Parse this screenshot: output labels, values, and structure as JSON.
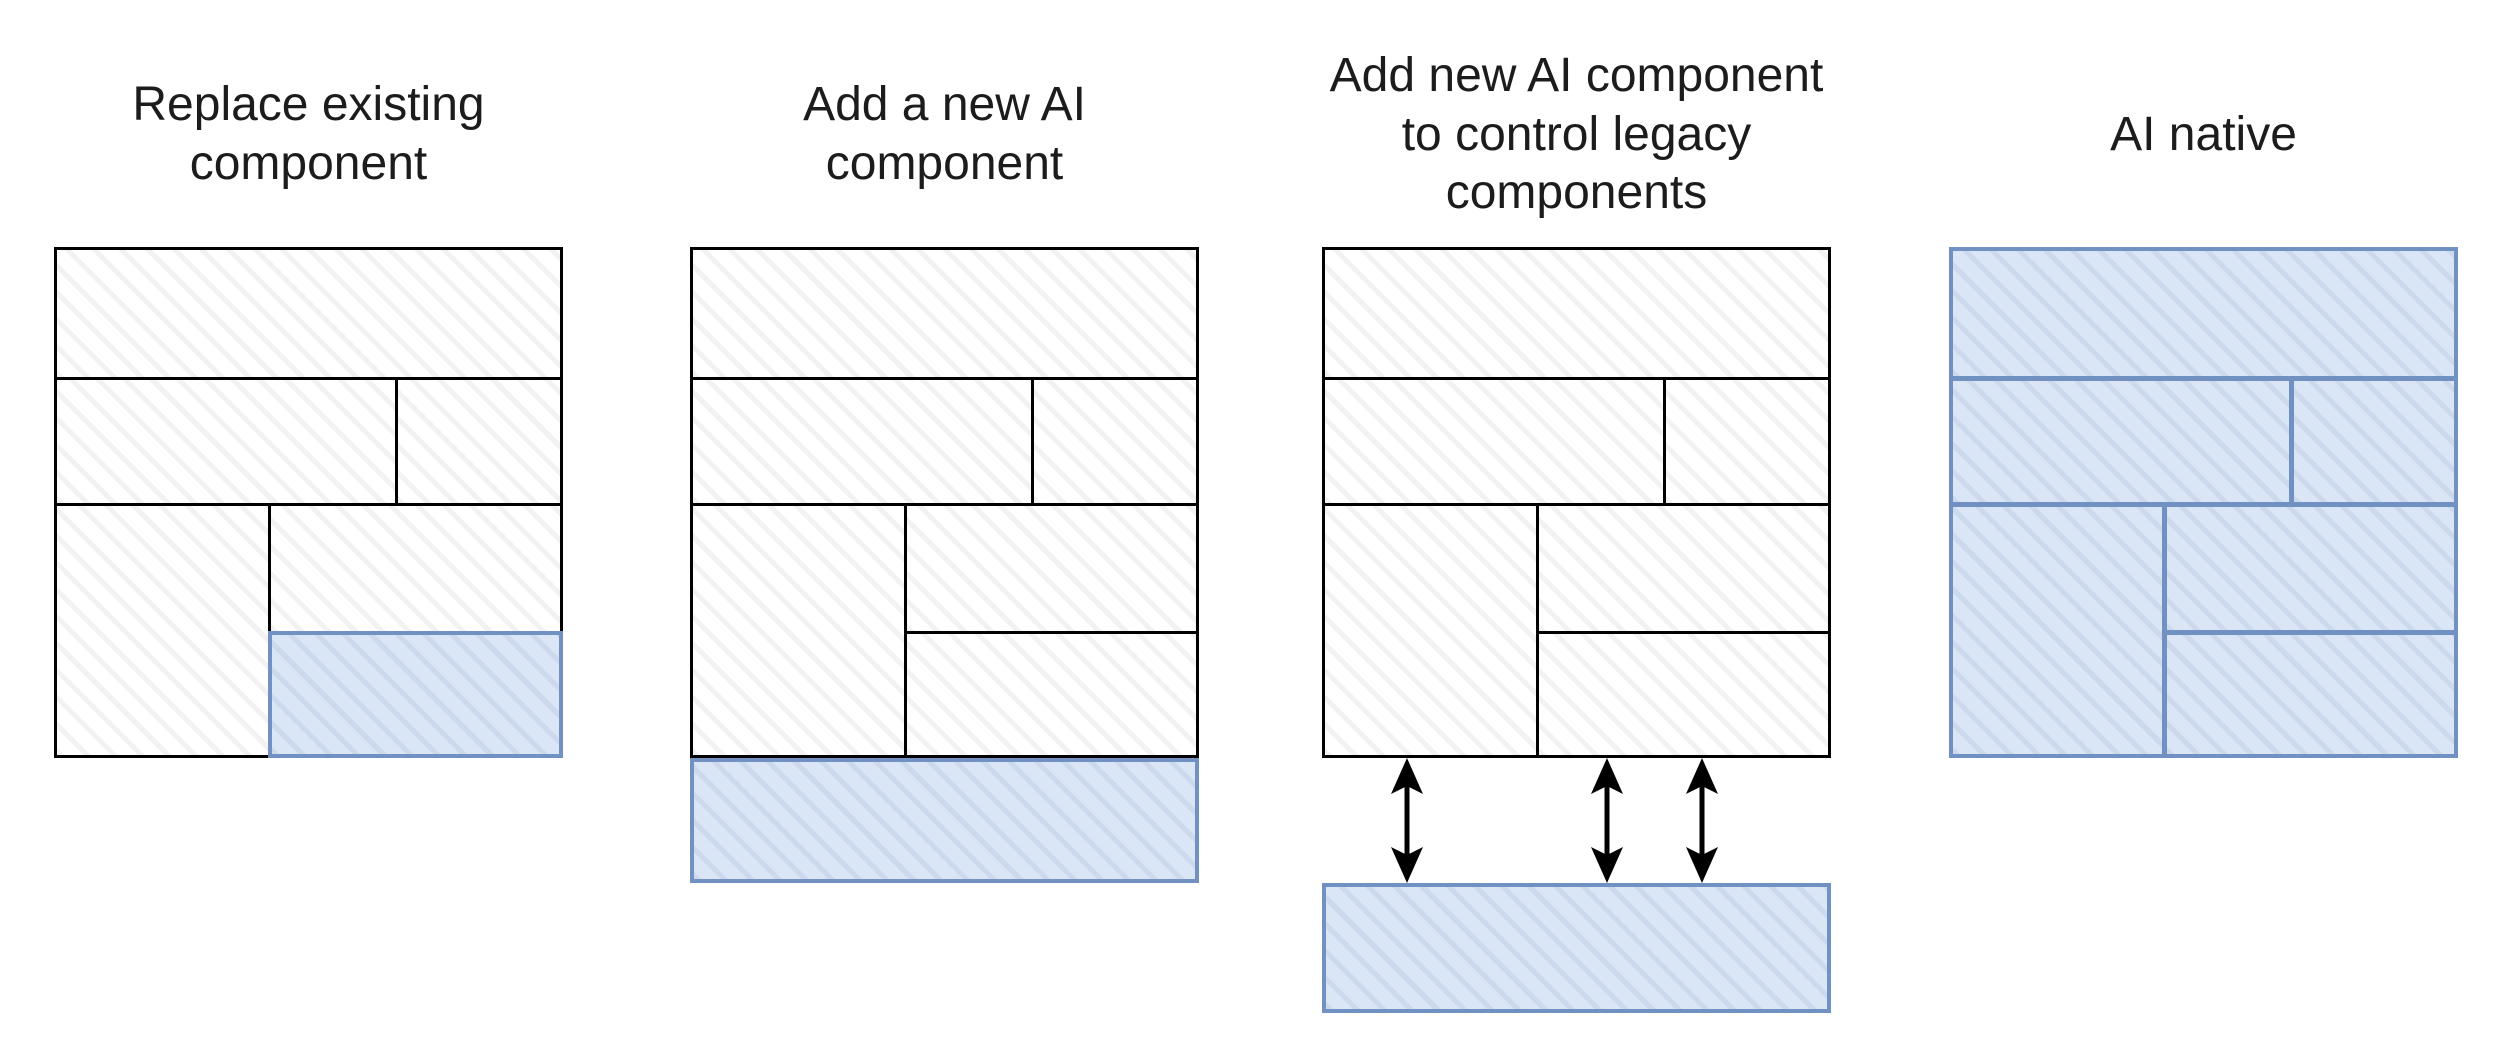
{
  "colors": {
    "background": "#ffffff",
    "legacy_border": "#000000",
    "legacy_fill": "#ffffff",
    "hatch_line": "rgba(0,0,0,0.05)",
    "ai_fill": "#dae5f5",
    "ai_border": "#7291c3",
    "ai_hatch_line": "rgba(80,115,170,0.10)",
    "arrow_color": "#000000",
    "title_color": "#1c1c1c"
  },
  "diagram": {
    "type": "ai-integration-strategies",
    "panels": [
      {
        "title": "Replace existing\ncomponent",
        "cells": {
          "r1": "legacy",
          "r2l": "legacy",
          "r2r": "legacy",
          "r3l": "legacy",
          "r3rt": "legacy",
          "r3rb": "ai"
        },
        "external_ai_box": "none",
        "arrows": 0
      },
      {
        "title": "Add a new AI\ncomponent",
        "cells": {
          "r1": "legacy",
          "r2l": "legacy",
          "r2r": "legacy",
          "r3l": "legacy",
          "r3rt": "legacy",
          "r3rb": "legacy"
        },
        "external_ai_box": "attached",
        "arrows": 0
      },
      {
        "title": "Add new AI component\nto control legacy\ncomponents",
        "cells": {
          "r1": "legacy",
          "r2l": "legacy",
          "r2r": "legacy",
          "r3l": "legacy",
          "r3rt": "legacy",
          "r3rb": "legacy"
        },
        "external_ai_box": "detached",
        "arrows": 3
      },
      {
        "title": "AI native",
        "cells": {
          "r1": "ai",
          "r2l": "ai",
          "r2r": "ai",
          "r3l": "ai",
          "r3rt": "ai",
          "r3rb": "ai"
        },
        "external_ai_box": "none",
        "arrows": 0
      }
    ]
  }
}
